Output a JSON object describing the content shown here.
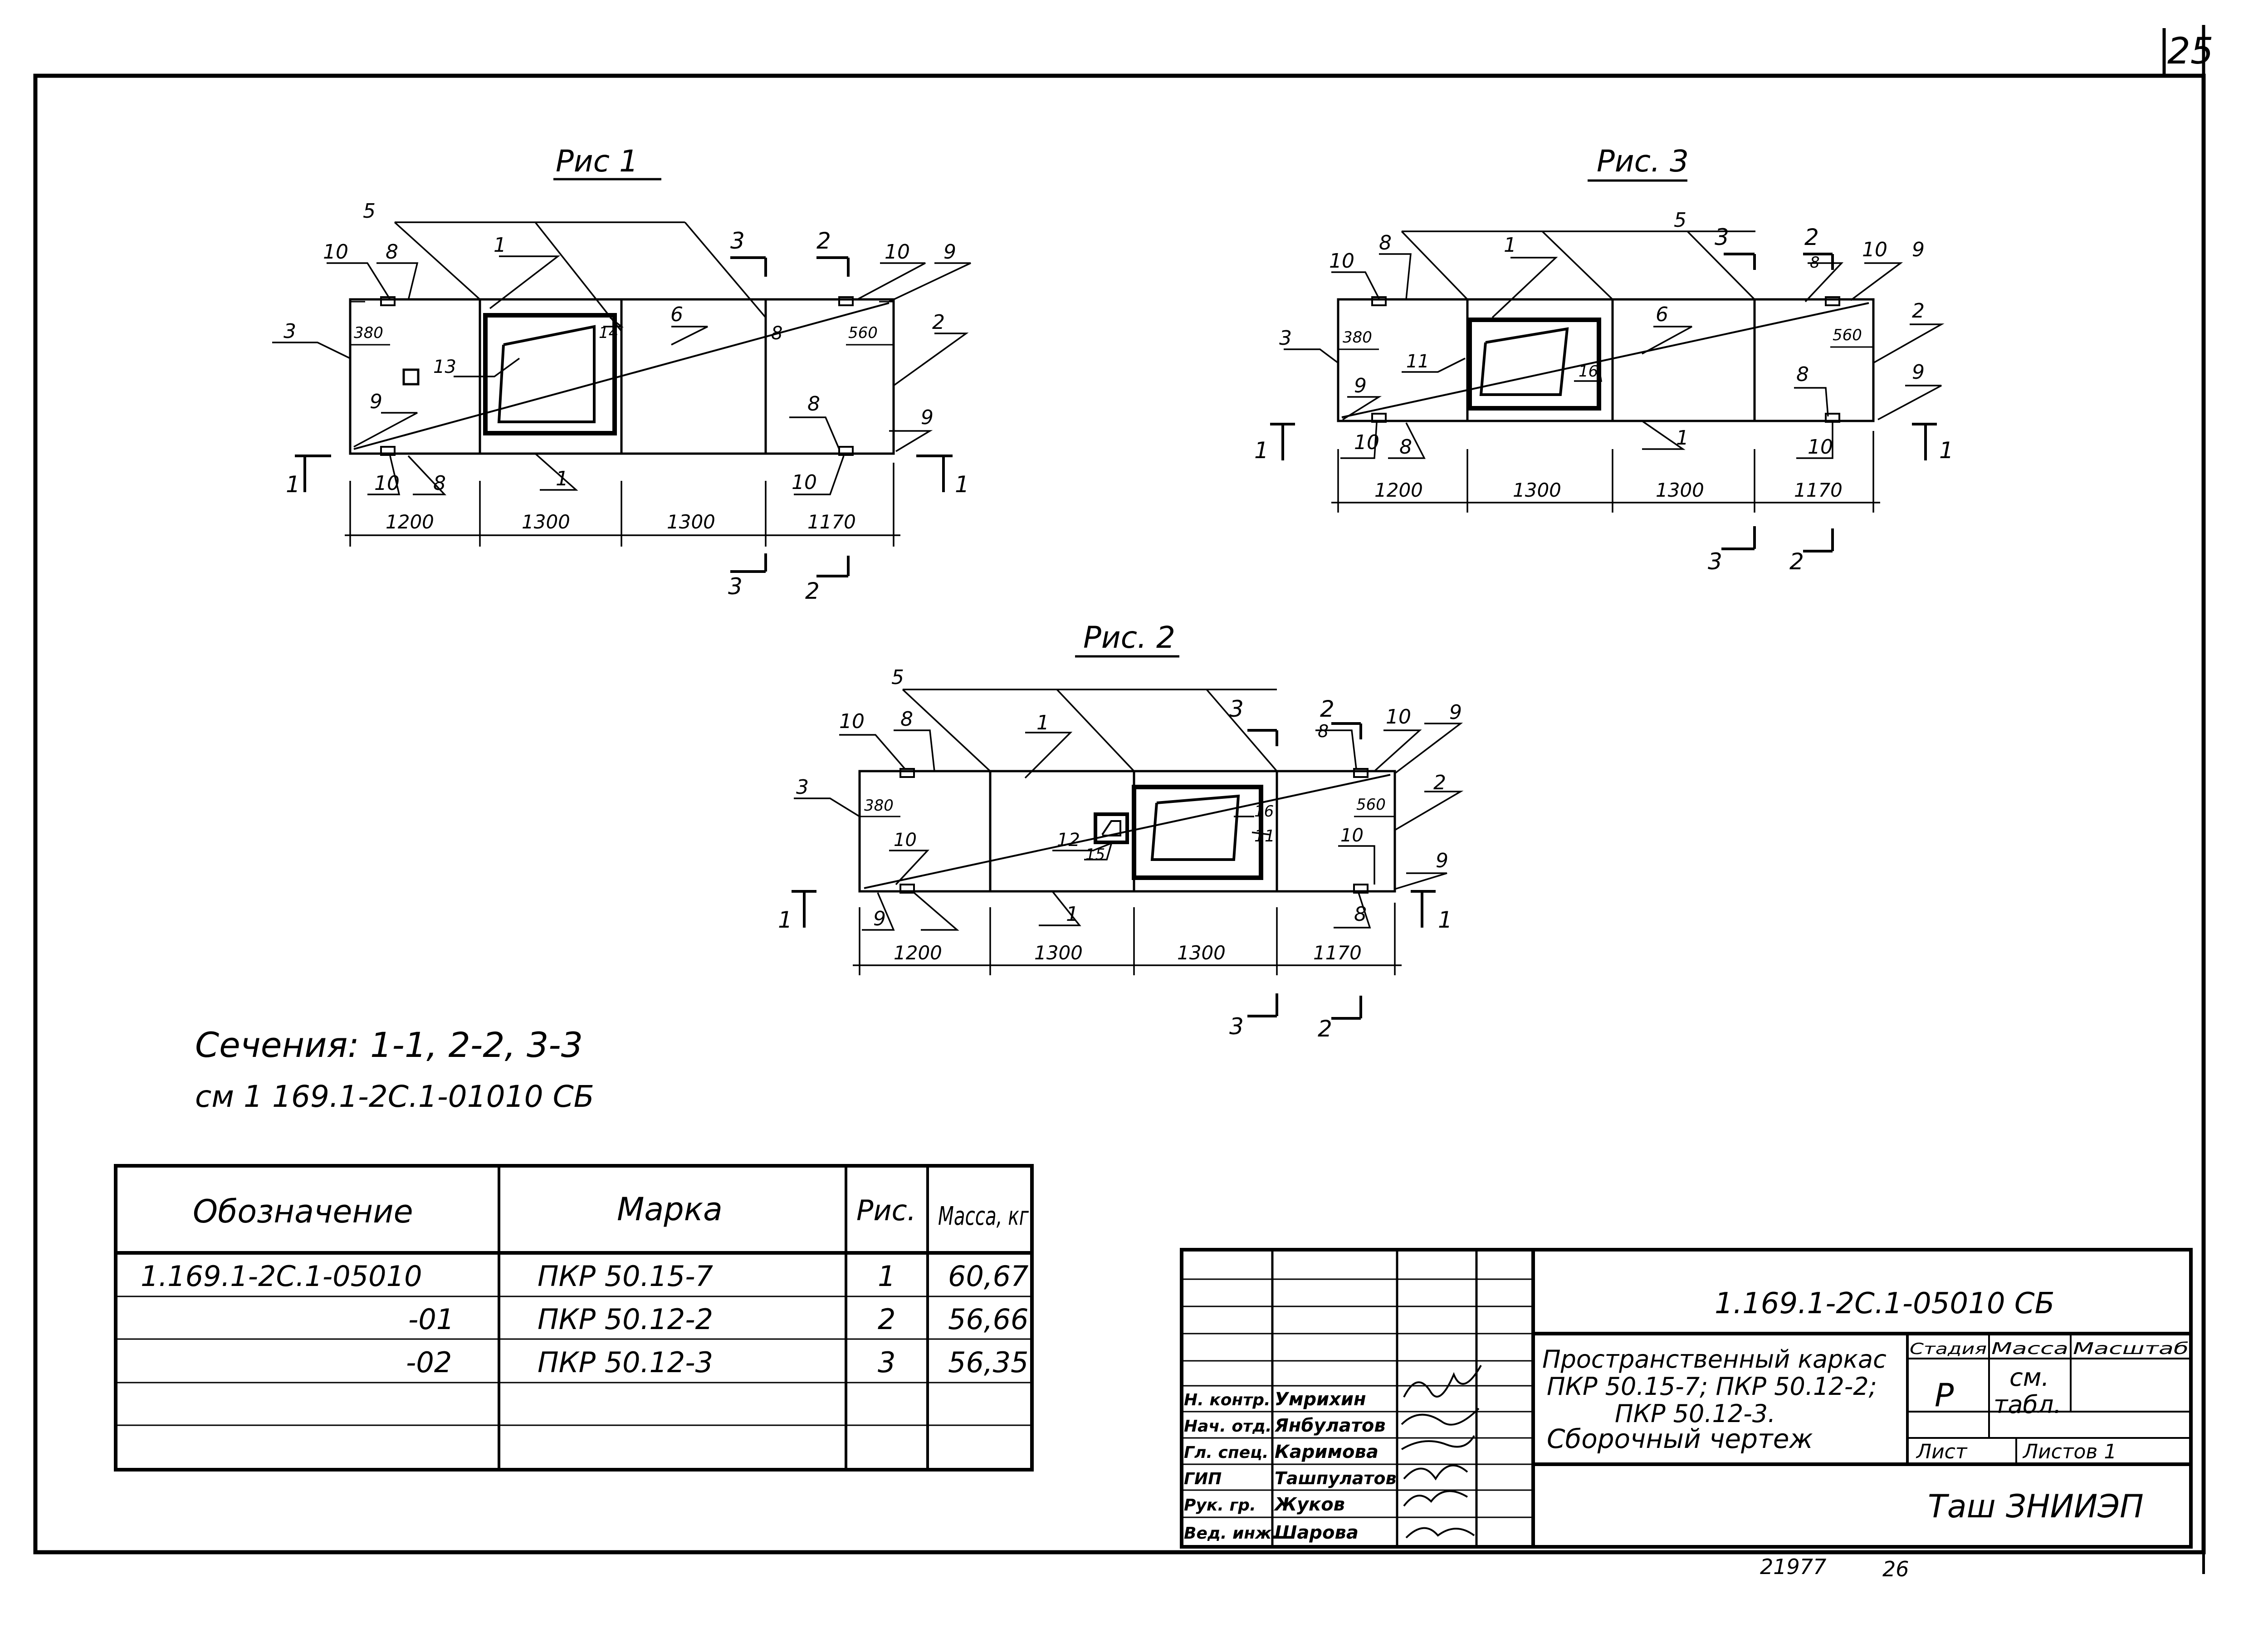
{
  "sheet_number": "25",
  "fig1": {
    "title": "Рис 1",
    "callouts": {
      "c1": "1",
      "c1b": "1",
      "c2": "2",
      "c3": "3",
      "c5": "5",
      "c6": "6",
      "c8a": "8",
      "c8b": "8",
      "c8c": "8",
      "c8d": "8",
      "c9a": "9",
      "c9b": "9",
      "c9c": "9",
      "c10a": "10",
      "c10b": "10",
      "c10c": "10",
      "c10d": "10",
      "c13": "13",
      "c14": "14"
    },
    "dims": {
      "d380": "380",
      "d560": "560",
      "d1": "1200",
      "d2": "1300",
      "d3": "1300",
      "d4": "1170"
    },
    "sections": {
      "s1a": "1",
      "s1b": "1",
      "s2a": "2",
      "s2b": "2",
      "s3a": "3",
      "s3b": "3"
    }
  },
  "fig2": {
    "title": "Рис. 2",
    "callouts": {
      "c1": "1",
      "c1b": "1",
      "c2": "2",
      "c3": "3",
      "c5": "5",
      "c8a": "8",
      "c8b": "8",
      "c8c": "8",
      "c9a": "9",
      "c9b": "9",
      "c9c": "9",
      "c10a": "10",
      "c10b": "10",
      "c10c": "10",
      "c11": "11",
      "c12": "12",
      "c15": "15",
      "c16": "16"
    },
    "dims": {
      "d380": "380",
      "d560": "560",
      "d1": "1200",
      "d2": "1300",
      "d3": "1300",
      "d4": "1170"
    },
    "sections": {
      "s1a": "1",
      "s1b": "1",
      "s2a": "2",
      "s2b": "2",
      "s3a": "3",
      "s3b": "3"
    }
  },
  "fig3": {
    "title": "Рис. 3",
    "callouts": {
      "c1": "1",
      "c1b": "1",
      "c2": "2",
      "c3": "3",
      "c5": "5",
      "c6": "6",
      "c8a": "8",
      "c8b": "8",
      "c8c": "8",
      "c8d": "8",
      "c9a": "9",
      "c9b": "9",
      "c9c": "9",
      "c10a": "10",
      "c10b": "10",
      "c10c": "10",
      "c11": "11",
      "c16": "16"
    },
    "dims": {
      "d380": "380",
      "d560": "560",
      "d1": "1200",
      "d2": "1300",
      "d3": "1300",
      "d4": "1170"
    },
    "sections": {
      "s1a": "1",
      "s1b": "1",
      "s2a": "2",
      "s2b": "2",
      "s3a": "3",
      "s3b": "3"
    }
  },
  "sections_note": {
    "line1": "Сечения: 1-1, 2-2, 3-3",
    "line2": "см 1 169.1-2С.1-01010 СБ"
  },
  "spec_table": {
    "headers": [
      "Обозначение",
      "Марка",
      "Рис.",
      "Масса, кг"
    ],
    "rows": [
      [
        "1.169.1-2С.1-05010",
        "ПКР 50.15-7",
        "1",
        "60,67"
      ],
      [
        "-01",
        "ПКР 50.12-2",
        "2",
        "56,66"
      ],
      [
        "-02",
        "ПКР 50.12-3",
        "3",
        "56,35"
      ]
    ]
  },
  "title_block": {
    "doc_number": "1.169.1-2С.1-05010 СБ",
    "title_lines": [
      "Пространственный каркас",
      "ПКР 50.15-7; ПКР 50.12-2;",
      "ПКР 50.12-3.",
      "Сборочный чертеж"
    ],
    "stage_label": "Стадия",
    "stage_value": "Р",
    "mass_label": "Масса",
    "mass_value_1": "см.",
    "mass_value_2": "табл.",
    "scale_label": "Масштаб",
    "sheet_label": "Лист",
    "sheets_label": "Листов 1",
    "org": "Таш ЗНИИЭП",
    "signers": [
      {
        "role": "Н. контр.",
        "name": "Умрихин"
      },
      {
        "role": "Нач. отд.",
        "name": "Янбулатов"
      },
      {
        "role": "Гл. спец.",
        "name": "Каримова"
      },
      {
        "role": "ГИП",
        "name": "Ташпулатов"
      },
      {
        "role": "Рук. гр.",
        "name": "Жуков"
      },
      {
        "role": "Вед. инж.",
        "name": "Шарова"
      }
    ]
  },
  "footer": {
    "number1": "21977",
    "number2": "26"
  }
}
